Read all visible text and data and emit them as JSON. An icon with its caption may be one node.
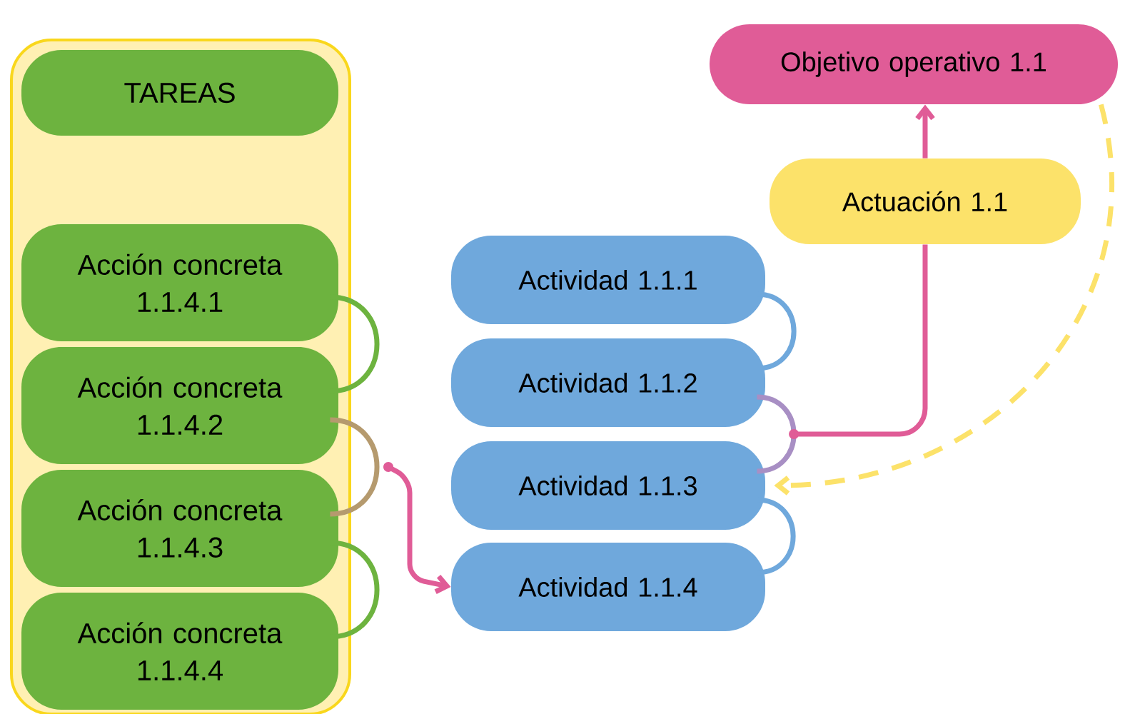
{
  "diagram": {
    "nodes": [
      {
        "text": [],
        "shape": "box"
      },
      {
        "text": [
          "TAREAS"
        ],
        "in": 0
      },
      {
        "text": [
          "Acción concreta 1.1.4.1"
        ],
        "in": 0
      },
      {
        "text": [
          "Acción concreta 1.1.4.2"
        ],
        "in": 0
      },
      {
        "text": [
          "Acción concreta 1.1.4.3"
        ],
        "in": 0
      },
      {
        "text": [
          "Acción concreta 1.1.4.4"
        ],
        "in": 0
      },
      {
        "text": [
          "Actividad 1.1.1"
        ]
      },
      {
        "text": [
          "Actividad 1.1.2"
        ]
      },
      {
        "text": [
          "Actividad 1.1.3"
        ]
      },
      {
        "text": [
          "Actividad 1.1.4"
        ]
      },
      {
        "text": [
          "Actuación 1.1"
        ]
      },
      {
        "text": [
          "Objetivo operativo 1.1"
        ]
      }
    ],
    "edges": [
      {
        "from": 2,
        "to": 3,
        "arrow": "none",
        "color": "#6db33f"
      },
      {
        "from": 3,
        "to": 4,
        "arrow": "none",
        "color": "#b59a6e"
      },
      {
        "from": 4,
        "to": 5,
        "arrow": "none",
        "color": "#6db33f"
      },
      {
        "from": null,
        "to": 9,
        "arrow": "to",
        "color": "#e05c97"
      },
      {
        "from": 6,
        "to": 7,
        "arrow": "none",
        "color": "#6fa8dc"
      },
      {
        "from": 7,
        "to": 8,
        "arrow": "none",
        "color": "#a88fc4"
      },
      {
        "from": 8,
        "to": 9,
        "arrow": "none",
        "color": "#6fa8dc"
      },
      {
        "from": null,
        "to": 10,
        "arrow": "none",
        "color": "#e05c97"
      },
      {
        "from": 10,
        "to": 11,
        "arrow": "to",
        "color": "#e05c97"
      },
      {
        "from": 11,
        "to": 8,
        "arrow": "to",
        "style": "dashed",
        "color": "#fce26a"
      }
    ]
  }
}
